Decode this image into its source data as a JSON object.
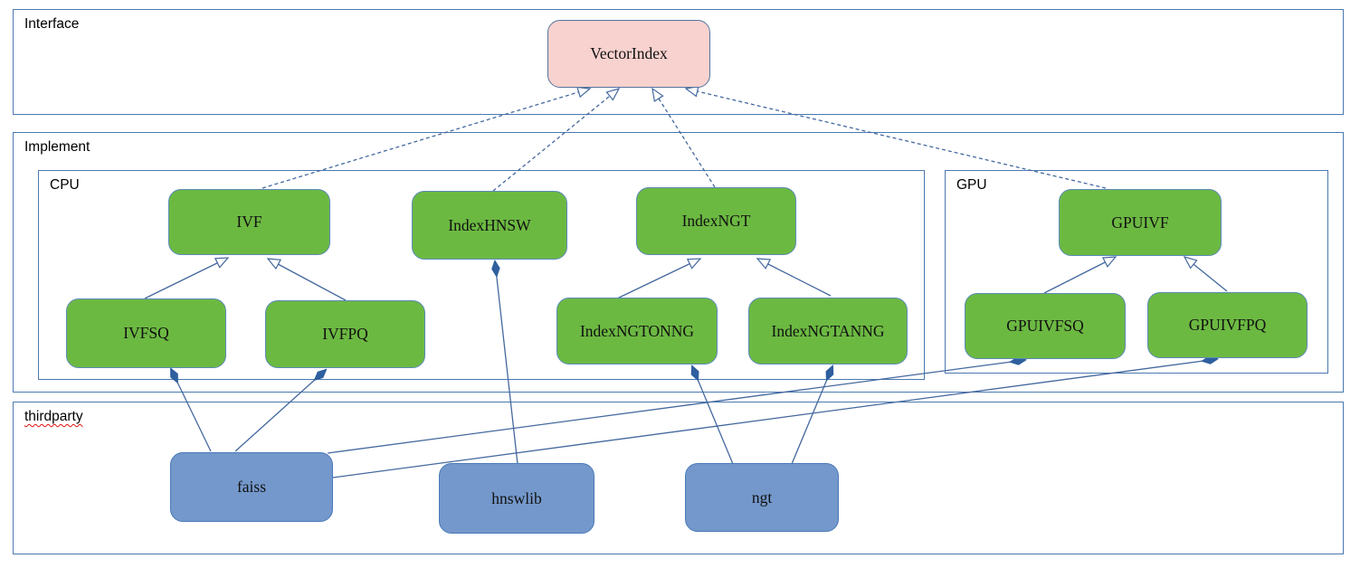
{
  "diagram": {
    "containers": {
      "interface": {
        "label": "Interface"
      },
      "implement": {
        "label": "Implement"
      },
      "cpu": {
        "label": "CPU"
      },
      "gpu": {
        "label": "GPU"
      },
      "thirdparty": {
        "label": "thirdparty"
      }
    },
    "nodes": {
      "vectorindex": {
        "label": "VectorIndex"
      },
      "ivf": {
        "label": "IVF"
      },
      "indexhnsw": {
        "label": "IndexHNSW"
      },
      "indexngt": {
        "label": "IndexNGT"
      },
      "ivfsq": {
        "label": "IVFSQ"
      },
      "ivfpq": {
        "label": "IVFPQ"
      },
      "indexngtonng": {
        "label": "IndexNGTONNG"
      },
      "indexngtanng": {
        "label": "IndexNGTANNG"
      },
      "gpuivf": {
        "label": "GPUIVF"
      },
      "gpuivfsq": {
        "label": "GPUIVFSQ"
      },
      "gpuivfpq": {
        "label": "GPUIVFPQ"
      },
      "faiss": {
        "label": "faiss"
      },
      "hnswlib": {
        "label": "hnswlib"
      },
      "ngt": {
        "label": "ngt"
      }
    },
    "edges": [
      {
        "from": "IVF",
        "to": "VectorIndex",
        "type": "realization"
      },
      {
        "from": "IndexHNSW",
        "to": "VectorIndex",
        "type": "realization"
      },
      {
        "from": "IndexNGT",
        "to": "VectorIndex",
        "type": "realization"
      },
      {
        "from": "GPUIVF",
        "to": "VectorIndex",
        "type": "realization"
      },
      {
        "from": "IVFSQ",
        "to": "IVF",
        "type": "generalization"
      },
      {
        "from": "IVFPQ",
        "to": "IVF",
        "type": "generalization"
      },
      {
        "from": "IndexNGTONNG",
        "to": "IndexNGT",
        "type": "generalization"
      },
      {
        "from": "IndexNGTANNG",
        "to": "IndexNGT",
        "type": "generalization"
      },
      {
        "from": "GPUIVFSQ",
        "to": "GPUIVF",
        "type": "generalization"
      },
      {
        "from": "GPUIVFPQ",
        "to": "GPUIVF",
        "type": "generalization"
      },
      {
        "from": "IVFSQ",
        "to": "faiss",
        "type": "composition"
      },
      {
        "from": "IVFPQ",
        "to": "faiss",
        "type": "composition"
      },
      {
        "from": "IndexHNSW",
        "to": "hnswlib",
        "type": "composition"
      },
      {
        "from": "IndexNGTONNG",
        "to": "ngt",
        "type": "composition"
      },
      {
        "from": "IndexNGTANNG",
        "to": "ngt",
        "type": "composition"
      },
      {
        "from": "GPUIVFSQ",
        "to": "faiss",
        "type": "composition"
      },
      {
        "from": "GPUIVFPQ",
        "to": "faiss",
        "type": "composition"
      }
    ],
    "colors": {
      "container_border": "#4a79b0",
      "edge": "#44689e",
      "diamond_fill": "#2f5f9e",
      "node_green_fill": "#6cb942",
      "node_green_border": "#5b8ab8",
      "node_pink_fill": "#f8d2cf",
      "node_pink_border": "#54749e",
      "node_blue_fill": "#7498cb",
      "node_blue_border": "#4a7ab8",
      "label_text": "#000000",
      "spellcheck_underline": "#e01010"
    }
  }
}
